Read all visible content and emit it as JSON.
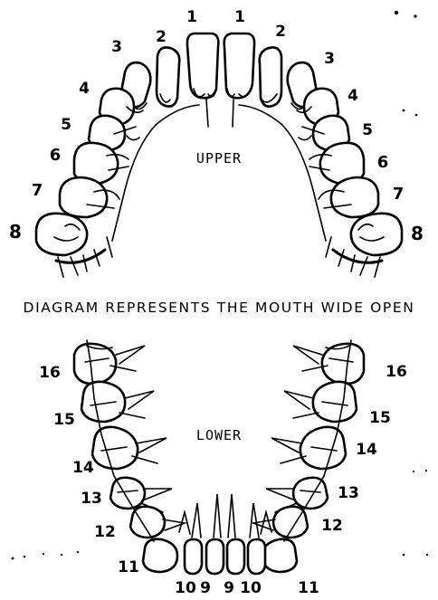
{
  "upper": {
    "label": "UPPER",
    "numbers_left": [
      "1",
      "2",
      "3",
      "4",
      "5",
      "6",
      "7",
      "8"
    ],
    "numbers_right": [
      "1",
      "2",
      "3",
      "4",
      "5",
      "6",
      "7",
      "8"
    ]
  },
  "caption": "DIAGRAM REPRESENTS THE MOUTH WIDE OPEN",
  "lower": {
    "label": "LOWER",
    "numbers_left": [
      "9",
      "10",
      "11",
      "12",
      "13",
      "14",
      "15",
      "16"
    ],
    "numbers_right": [
      "9",
      "10",
      "11",
      "12",
      "13",
      "14",
      "15",
      "16"
    ]
  }
}
